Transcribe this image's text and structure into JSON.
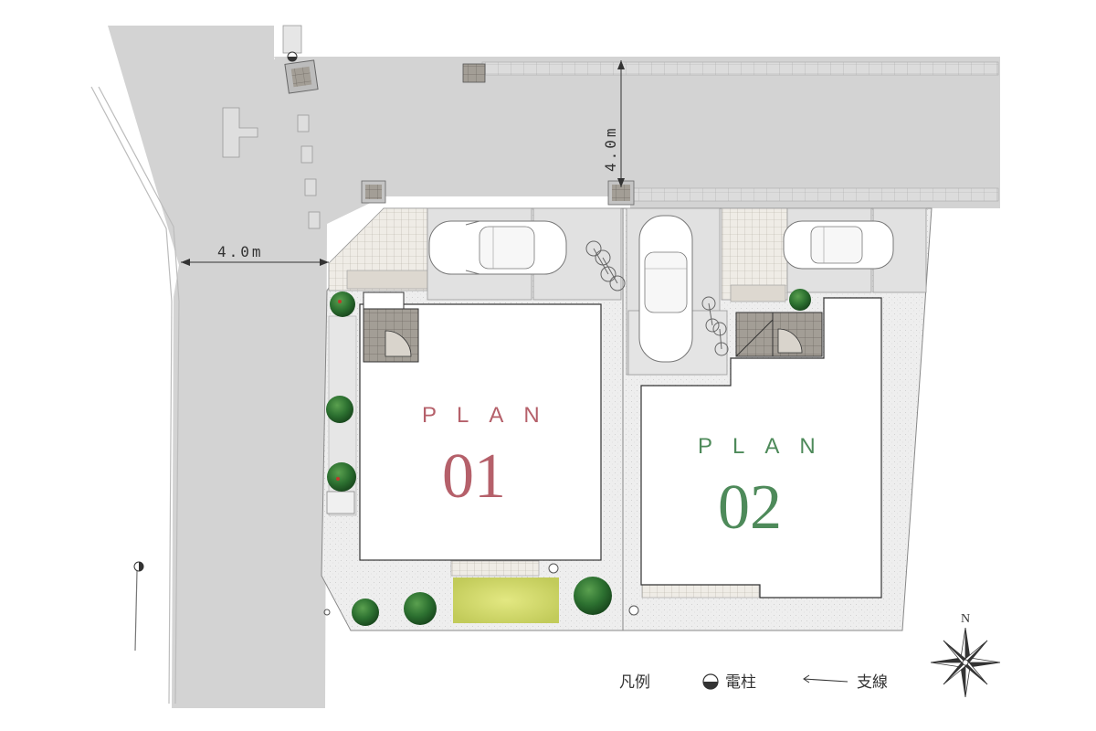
{
  "colors": {
    "road": "#d3d3d3",
    "plan01": "#b5606a",
    "plan02": "#4e8a5a",
    "gravel": "#ececec",
    "tile": "#9a958e",
    "lawn": "#d5db6c",
    "tree": "#2a6e2e"
  },
  "dimensions": {
    "road_north": "4.0m",
    "road_west": "4.0m"
  },
  "plans": [
    {
      "word": "PLAN",
      "number": "01"
    },
    {
      "word": "PLAN",
      "number": "02"
    }
  ],
  "legend": {
    "title": "凡例",
    "pole_symbol_icon": "utility-pole-icon",
    "pole_label": "電柱",
    "guy_wire_symbol_icon": "guy-wire-icon",
    "guy_wire_label": "支線"
  },
  "compass": {
    "north_label": "N"
  }
}
